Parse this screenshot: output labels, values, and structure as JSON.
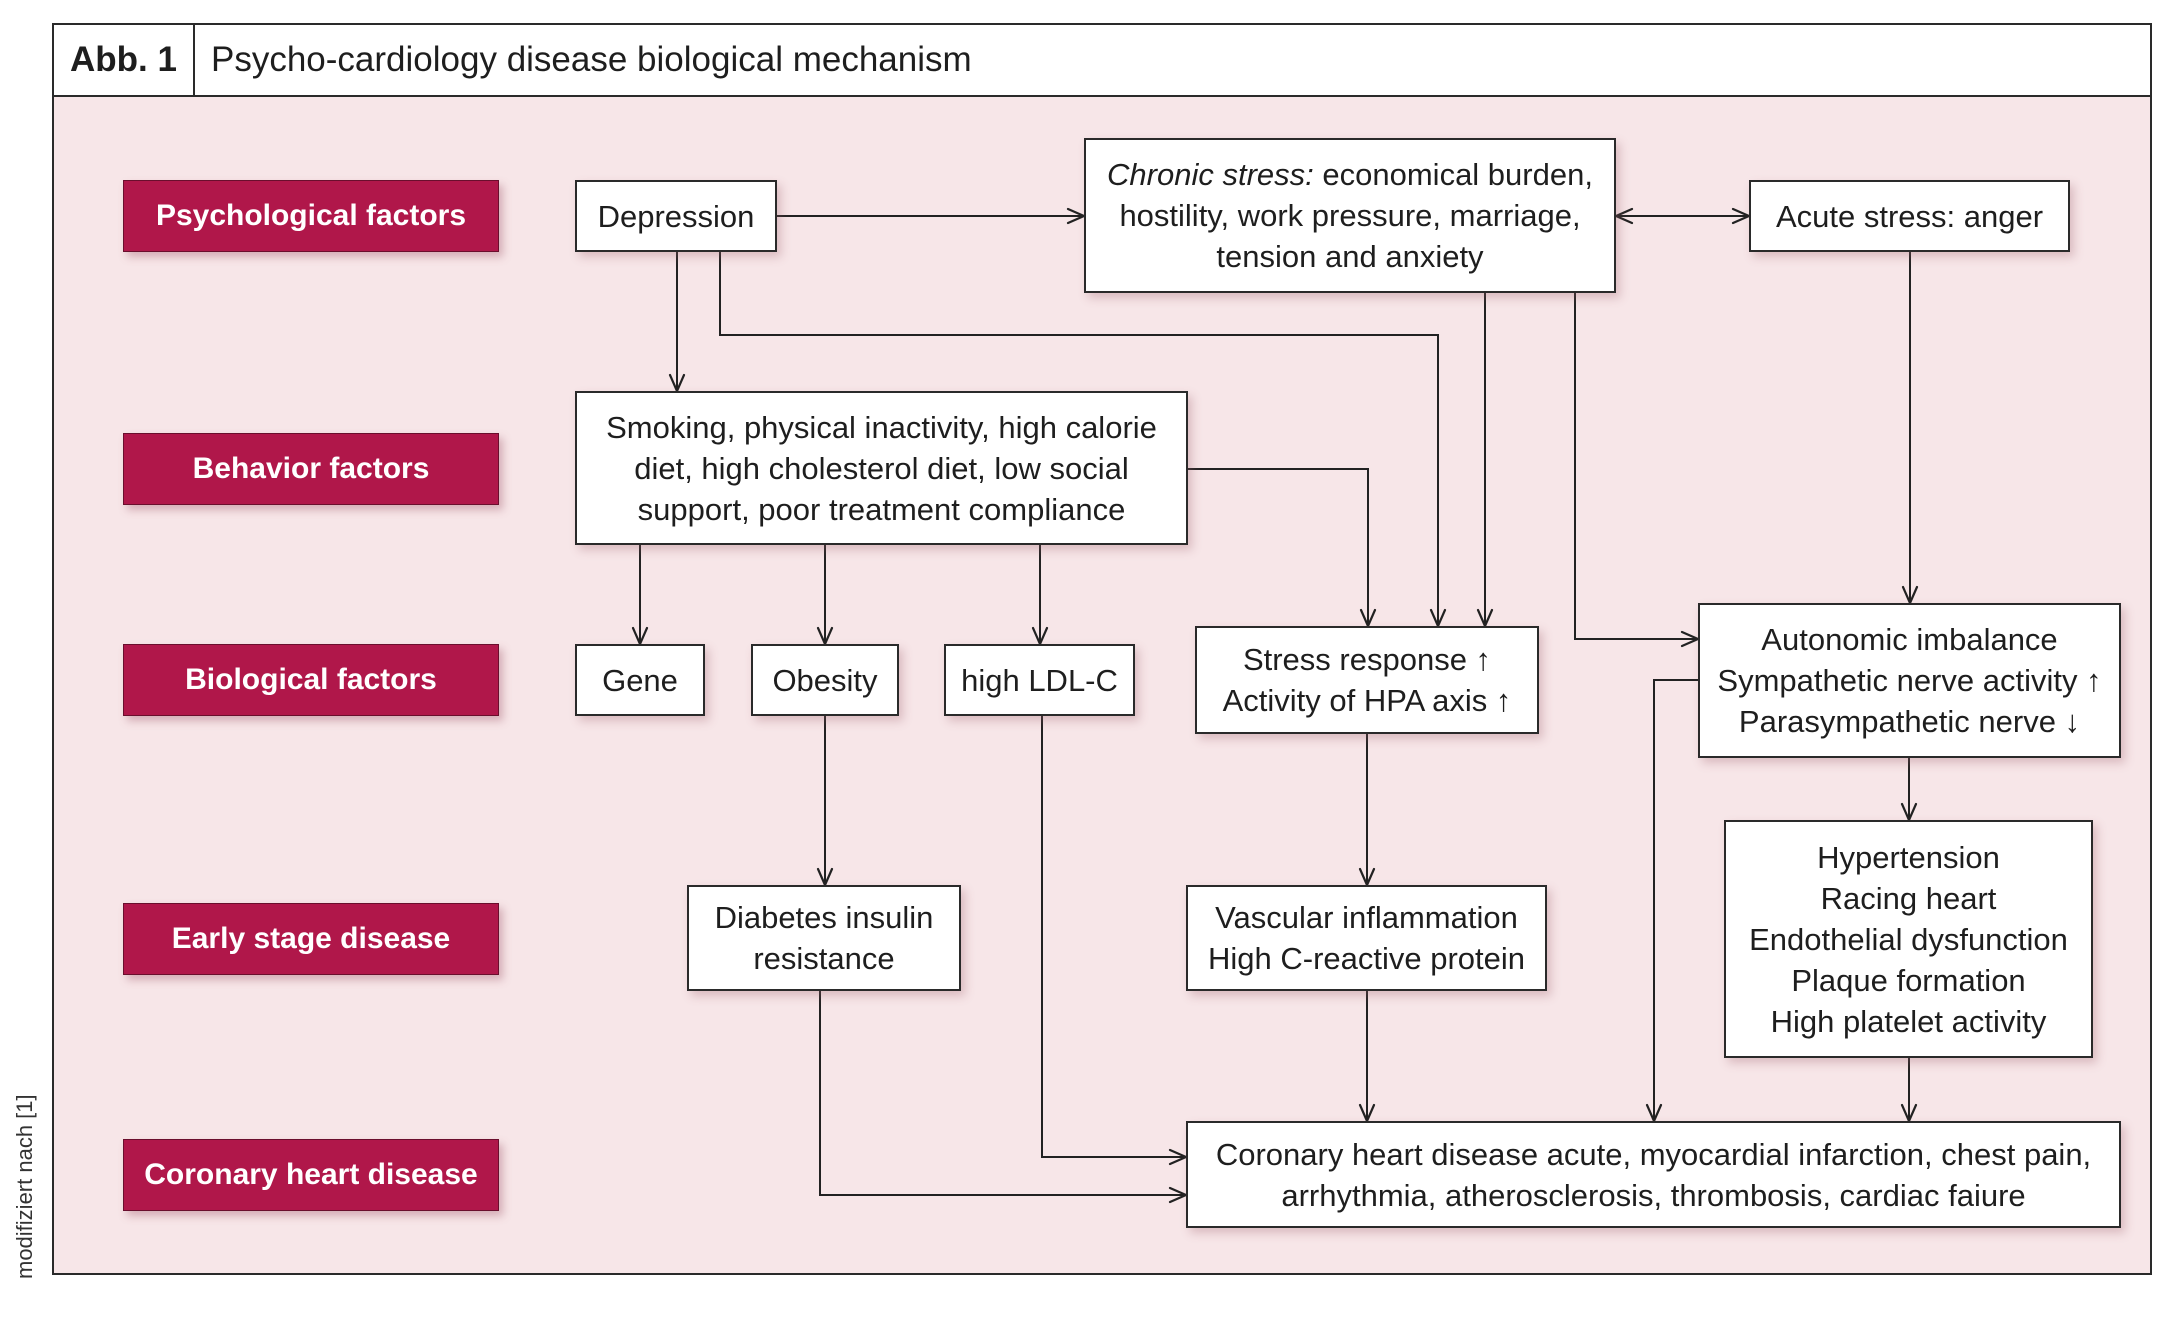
{
  "figure": {
    "label": "Abb. 1",
    "title": "Psycho-cardiology disease biological mechanism",
    "source_note": "modifiziert nach [1]"
  },
  "colors": {
    "background": "#f7e6e8",
    "category_fill": "#b0174a",
    "category_text": "#ffffff",
    "box_fill": "#ffffff",
    "line": "#222222"
  },
  "categories": [
    {
      "label": "Psychological factors"
    },
    {
      "label": "Behavior factors"
    },
    {
      "label": "Biological factors"
    },
    {
      "label": "Early stage disease"
    },
    {
      "label": "Coronary heart disease"
    }
  ],
  "nodes": {
    "depression": {
      "lines": [
        "Depression"
      ]
    },
    "chronic_stress": {
      "lead": "Chronic stress:",
      "lines": [
        "economical burden,",
        "hostility, work pressure, marriage,",
        "tension and anxiety"
      ]
    },
    "acute_stress": {
      "lines": [
        "Acute stress: anger"
      ]
    },
    "behaviors": {
      "lines": [
        "Smoking, physical inactivity, high calorie",
        "diet, high cholesterol diet, low social",
        "support, poor treatment compliance"
      ]
    },
    "gene": {
      "lines": [
        "Gene"
      ]
    },
    "obesity": {
      "lines": [
        "Obesity"
      ]
    },
    "ldl": {
      "lines": [
        "high LDL-C"
      ]
    },
    "stress_response": {
      "lines": [
        "Stress response ↑",
        "Activity of HPA axis ↑"
      ]
    },
    "autonomic": {
      "lines": [
        "Autonomic imbalance",
        "Sympathetic nerve activity ↑",
        "Parasympathetic nerve ↓"
      ]
    },
    "diabetes": {
      "lines": [
        "Diabetes insulin",
        "resistance"
      ]
    },
    "vascular": {
      "lines": [
        "Vascular inflammation",
        "High C-reactive protein"
      ]
    },
    "cardiac_signs": {
      "lines": [
        "Hypertension",
        "Racing heart",
        "Endothelial dysfunction",
        "Plaque formation",
        "High platelet activity"
      ]
    },
    "chd": {
      "lines": [
        "Coronary heart disease acute, myocardial infarction, chest pain,",
        "arrhythmia, atherosclerosis, thrombosis, cardiac faiure"
      ]
    }
  }
}
